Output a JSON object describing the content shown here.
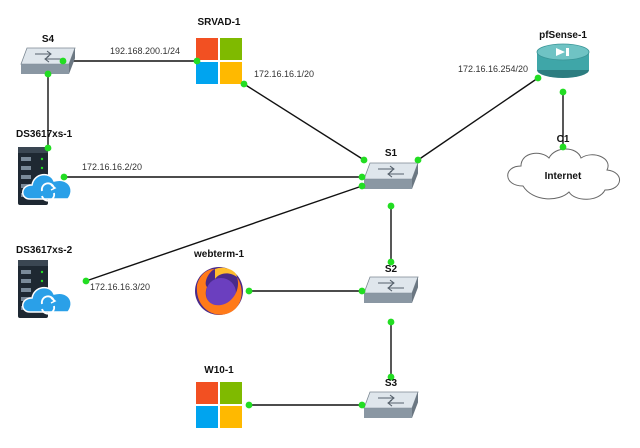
{
  "colors": {
    "link": "#111111",
    "port_up": "#22dd22",
    "switch_top": "#dfe6ec",
    "switch_side": "#8a97a3",
    "ms_red": "#f25022",
    "ms_green": "#7fba00",
    "ms_blue": "#00a4ef",
    "ms_yellow": "#ffb900",
    "router_teal": "#3fa6a8",
    "cloud_fill": "#ffffff",
    "cloud_stroke": "#666666",
    "server_body": "#1e2832",
    "sync_blue": "#2aa0e8"
  },
  "nodes": [
    {
      "id": "S4",
      "label": "S4",
      "kind": "switch",
      "icon": "network-switch-icon"
    },
    {
      "id": "SRVAD-1",
      "label": "SRVAD-1",
      "kind": "windows",
      "icon": "windows-logo-icon"
    },
    {
      "id": "pfSense-1",
      "label": "pfSense-1",
      "kind": "router",
      "icon": "router-icon"
    },
    {
      "id": "DS3617xs-1",
      "label": "DS3617xs-1",
      "kind": "nas",
      "icon": "nas-server-icon"
    },
    {
      "id": "S1",
      "label": "S1",
      "kind": "switch",
      "icon": "network-switch-icon"
    },
    {
      "id": "C1",
      "label": "C1",
      "kind": "cloud",
      "icon": "cloud-icon",
      "text": "Internet"
    },
    {
      "id": "DS3617xs-2",
      "label": "DS3617xs-2",
      "kind": "nas",
      "icon": "nas-server-icon"
    },
    {
      "id": "webterm-1",
      "label": "webterm-1",
      "kind": "firefox",
      "icon": "firefox-icon"
    },
    {
      "id": "S2",
      "label": "S2",
      "kind": "switch",
      "icon": "network-switch-icon"
    },
    {
      "id": "W10-1",
      "label": "W10-1",
      "kind": "windows",
      "icon": "windows-logo-icon"
    },
    {
      "id": "S3",
      "label": "S3",
      "kind": "switch",
      "icon": "network-switch-icon"
    }
  ],
  "links": [
    {
      "from": "S4",
      "to": "SRVAD-1",
      "label": "192.168.200.1/24"
    },
    {
      "from": "S4",
      "to": "DS3617xs-1",
      "label": ""
    },
    {
      "from": "SRVAD-1",
      "to": "S1",
      "label": "172.16.16.1/20"
    },
    {
      "from": "pfSense-1",
      "to": "S1",
      "label": "172.16.16.254/20"
    },
    {
      "from": "pfSense-1",
      "to": "C1",
      "label": ""
    },
    {
      "from": "DS3617xs-1",
      "to": "S1",
      "label": "172.16.16.2/20"
    },
    {
      "from": "DS3617xs-2",
      "to": "S1",
      "label": "172.16.16.3/20"
    },
    {
      "from": "S1",
      "to": "S2",
      "label": ""
    },
    {
      "from": "webterm-1",
      "to": "S2",
      "label": ""
    },
    {
      "from": "S2",
      "to": "S3",
      "label": ""
    },
    {
      "from": "W10-1",
      "to": "S3",
      "label": ""
    }
  ]
}
